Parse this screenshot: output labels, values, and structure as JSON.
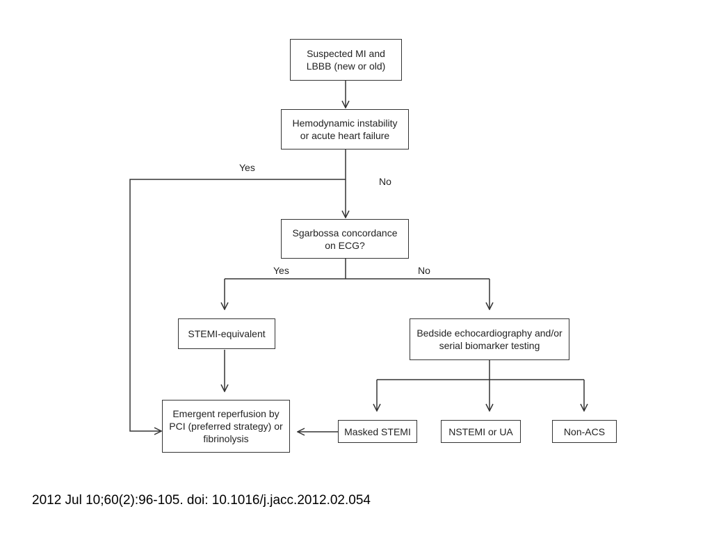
{
  "nodes": {
    "suspected_mi": {
      "line1": "Suspected MI and",
      "line2": "LBBB (new or old)"
    },
    "hemodynamic": {
      "line1": "Hemodynamic instability",
      "line2": "or acute heart failure"
    },
    "sgarbossa": {
      "line1": "Sgarbossa concordance",
      "line2": "on ECG?"
    },
    "stemi_equivalent": {
      "line1": "STEMI-equivalent"
    },
    "bedside": {
      "line1": "Bedside echocardiography and/or",
      "line2": "serial biomarker testing"
    },
    "reperfusion": {
      "line1": "Emergent reperfusion by",
      "line2": "PCI (preferred strategy) or",
      "line3": "fibrinolysis"
    },
    "masked_stemi": {
      "line1": "Masked STEMI"
    },
    "nstemi": {
      "line1": "NSTEMI or UA"
    },
    "non_acs": {
      "line1": "Non-ACS"
    }
  },
  "edge_labels": {
    "hemo_yes": "Yes",
    "hemo_no": "No",
    "sgarbossa_yes": "Yes",
    "sgarbossa_no": "No"
  },
  "citation": "2012 Jul 10;60(2):96-105. doi: 10.1016/j.jacc.2012.02.054"
}
